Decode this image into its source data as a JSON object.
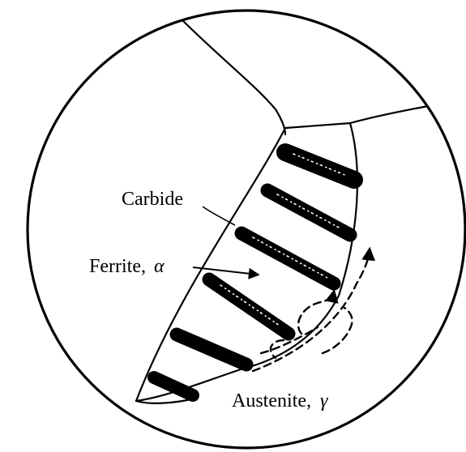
{
  "labels": {
    "carbide": "Carbide",
    "ferrite_prefix": "Ferrite,",
    "ferrite_symbol": "α",
    "austenite_prefix": "Austenite,",
    "austenite_symbol": "γ"
  },
  "colors": {
    "ink": "#000000",
    "background": "#ffffff"
  }
}
